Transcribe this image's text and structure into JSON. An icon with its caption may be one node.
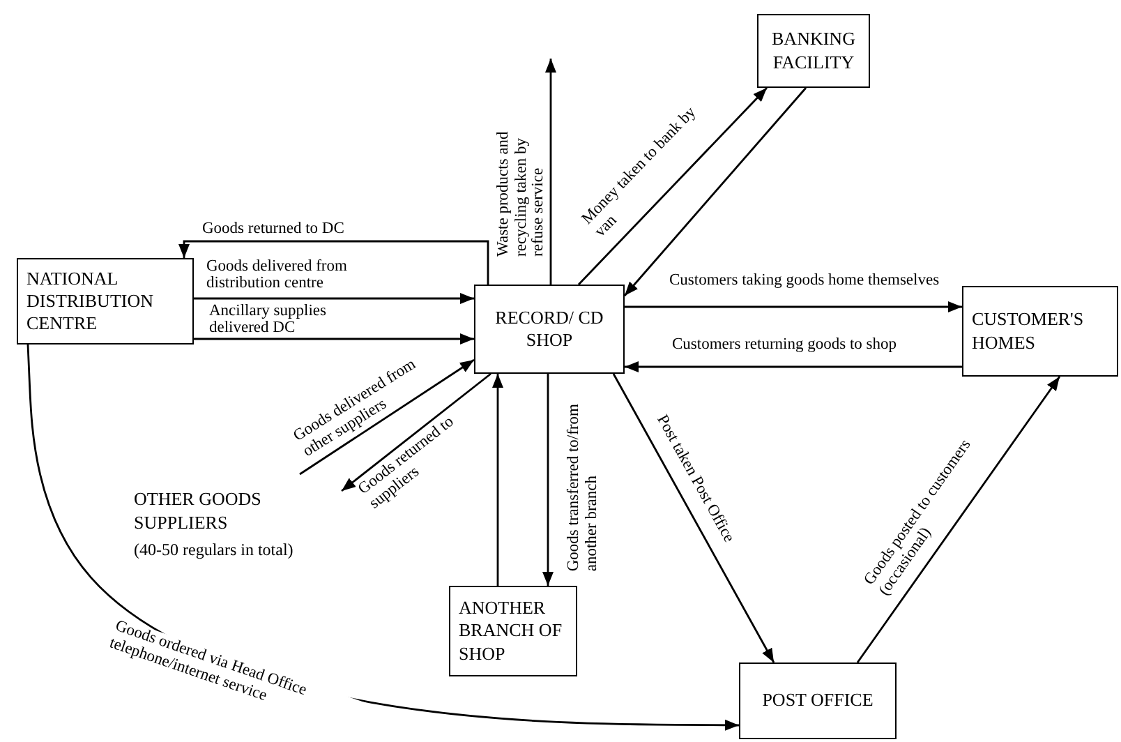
{
  "diagram": {
    "nodes": [
      {
        "text": [
          "NATIONAL DISTRIBUTION CENTRE"
        ]
      },
      {
        "text": [
          "RECORD/ CD SHOP"
        ]
      },
      {
        "text": [
          "BANKING FACILITY"
        ]
      },
      {
        "text": [
          "CUSTOMER'S HOMES"
        ]
      },
      {
        "text": [
          "OTHER GOODS SUPPLIERS",
          "(40-50 regulars in total)"
        ]
      },
      {
        "text": [
          "ANOTHER BRANCH OF SHOP"
        ]
      },
      {
        "text": [
          "POST OFFICE"
        ]
      }
    ],
    "edges": [
      {
        "from": 1,
        "to": 0,
        "arrow": "to",
        "label": "Goods returned to DC"
      },
      {
        "from": 0,
        "to": 1,
        "arrow": "to",
        "label": "Goods delivered from distribution centre"
      },
      {
        "from": 0,
        "to": 1,
        "arrow": "to",
        "label": "Ancillary supplies delivered DC"
      },
      {
        "from": 1,
        "to": null,
        "arrow": "to",
        "label": "Waste products and recycling taken by refuse service"
      },
      {
        "from": 1,
        "to": 2,
        "arrow": "to",
        "label": "Money taken to bank by van"
      },
      {
        "from": 2,
        "to": 1,
        "arrow": "to"
      },
      {
        "from": 1,
        "to": 3,
        "arrow": "to",
        "label": "Customers taking goods home themselves"
      },
      {
        "from": 3,
        "to": 1,
        "arrow": "to",
        "label": "Customers returning goods to shop"
      },
      {
        "from": 4,
        "to": 1,
        "arrow": "to",
        "label": "Goods delivered from other suppliers"
      },
      {
        "from": 1,
        "to": 4,
        "arrow": "to",
        "label": "Goods returned to suppliers"
      },
      {
        "from": 1,
        "to": 5,
        "arrow": "to",
        "label": "Goods transferred to/from another branch"
      },
      {
        "from": 5,
        "to": 1,
        "arrow": "to"
      },
      {
        "from": 1,
        "to": 6,
        "arrow": "to",
        "label": "Post taken Post Office"
      },
      {
        "from": 6,
        "to": 3,
        "arrow": "to",
        "label": "Goods posted to customers (occasional)"
      },
      {
        "from": 0,
        "to": 6,
        "arrow": "to",
        "label": "Goods ordered via Head Office telephone/internet service"
      }
    ]
  }
}
